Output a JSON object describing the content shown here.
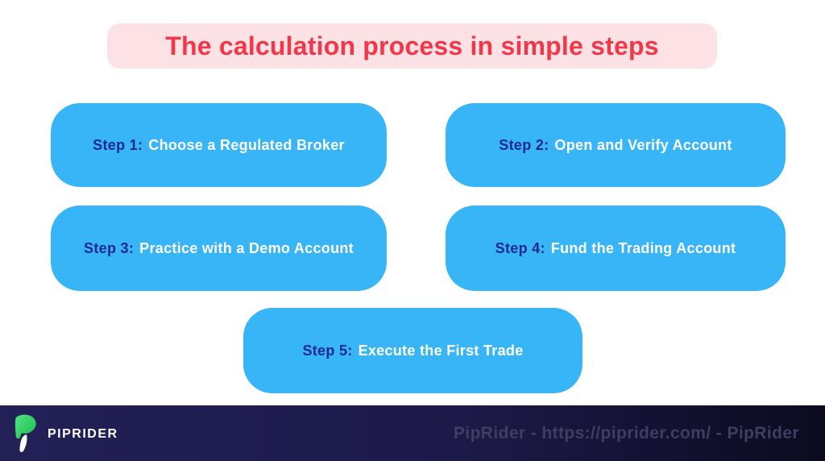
{
  "title": {
    "text": "The calculation process in simple steps"
  },
  "steps": [
    {
      "label": "Step 1:",
      "text": "Choose a Regulated Broker"
    },
    {
      "label": "Step 2:",
      "text": "Open and Verify Account"
    },
    {
      "label": "Step 3:",
      "text": "Practice with a Demo Account"
    },
    {
      "label": "Step 4:",
      "text": "Fund the Trading Account"
    },
    {
      "label": "Step 5:",
      "text": "Execute the First Trade"
    }
  ],
  "footer": {
    "brand": "PIPRIDER",
    "credit": "PipRider - https://piprider.com/ - PipRider"
  },
  "colors": {
    "title_bg": "#fce2e4",
    "title_text": "#f2374a",
    "card_bg": "#38b5f7",
    "step_label": "#1e2b8d",
    "card_text": "#ffffff",
    "footer_bg_left": "#232057",
    "footer_bg_right": "#0b0b1f",
    "footer_credit_text": "#3e3e63",
    "logo_green_light": "#52e57e",
    "logo_green_dark": "#1db954"
  }
}
